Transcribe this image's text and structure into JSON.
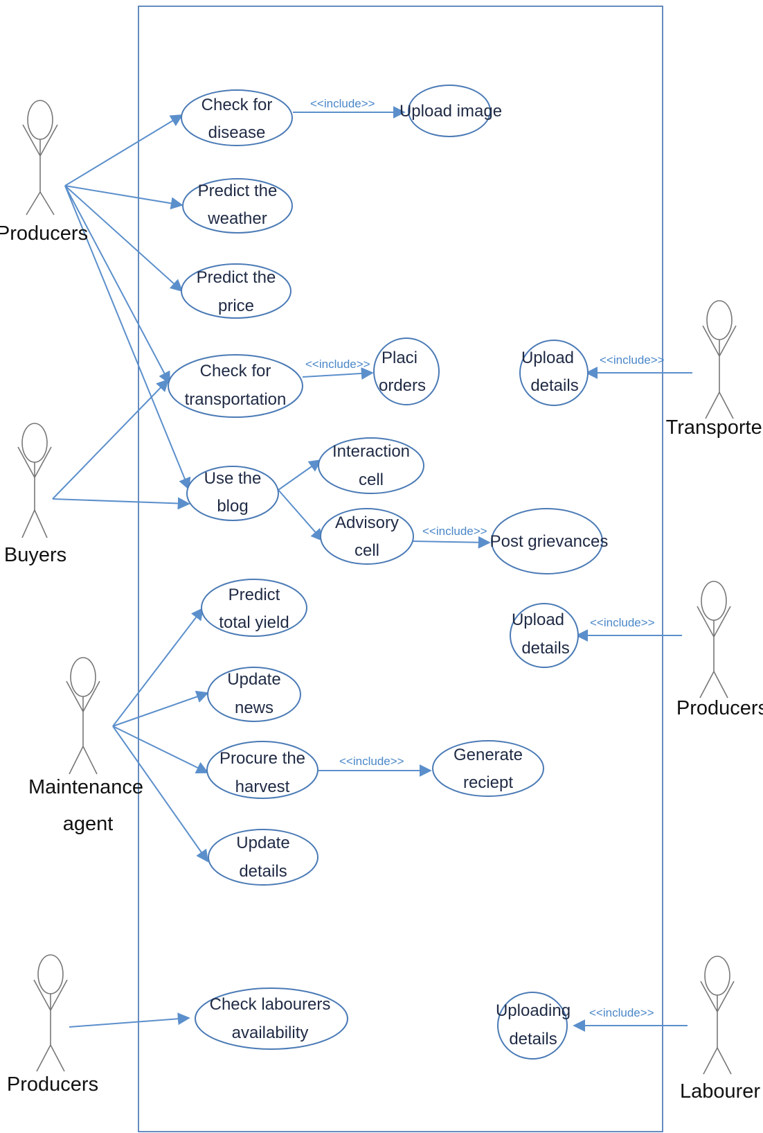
{
  "use_cases": {
    "check_disease": [
      "Check for",
      "disease"
    ],
    "upload_image": [
      "Upload image"
    ],
    "predict_weather": [
      "Predict the",
      "weather"
    ],
    "predict_price": [
      "Predict the",
      "price"
    ],
    "check_transport": [
      "Check for",
      "transportation"
    ],
    "place_orders": [
      "Placi",
      "orders"
    ],
    "use_blog": [
      "Use the",
      "blog"
    ],
    "interaction_cell": [
      "Interaction",
      "cell"
    ],
    "advisory_cell": [
      "Advisory",
      "cell"
    ],
    "post_grievances": [
      "Post   grievances"
    ],
    "predict_yield": [
      "Predict",
      "total yield"
    ],
    "update_news": [
      "Update",
      "news"
    ],
    "procure_harvest": [
      "Procure the",
      "harvest"
    ],
    "generate_receipt": [
      "Generate",
      "reciept"
    ],
    "update_details": [
      "Update",
      "details"
    ],
    "check_labourers": [
      "Check  labourers",
      "availability"
    ],
    "upload_details_transporter": [
      "Upload",
      "details"
    ],
    "upload_details_producers": [
      "Upload",
      "details"
    ],
    "uploading_details": [
      "Uploading",
      "details"
    ]
  },
  "actors": {
    "producers_top": [
      "Producers"
    ],
    "buyers": [
      "Buyers"
    ],
    "maintenance_agent": [
      "Maintenance",
      "agent"
    ],
    "producers_bottom": [
      "Producers"
    ],
    "transporter": [
      "Transporter"
    ],
    "producers_right": [
      "Producers"
    ],
    "labourer": [
      "Labourer"
    ]
  },
  "include_label": "<<include>>",
  "colors": {
    "boundary": "#3d6fb0",
    "association": "#5b8fcb",
    "ellipse_stroke": "#4a7ab5",
    "include_text": "#4a87c8",
    "actor_stroke": "#777777"
  }
}
